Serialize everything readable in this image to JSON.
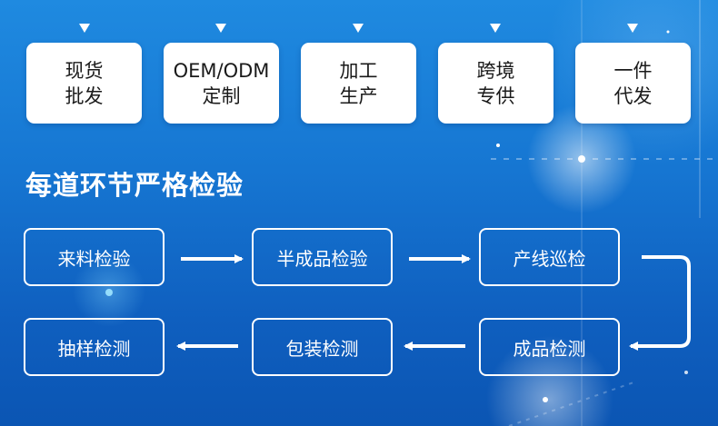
{
  "services": [
    {
      "label": "现货\n批发"
    },
    {
      "label": "OEM/ODM\n定制"
    },
    {
      "label": "加工\n生产"
    },
    {
      "label": "跨境\n专供"
    },
    {
      "label": "一件\n代发"
    }
  ],
  "inspection": {
    "title": "每道环节严格检验",
    "steps": [
      {
        "label": "来料检验"
      },
      {
        "label": "半成品检验"
      },
      {
        "label": "产线巡检"
      },
      {
        "label": "成品检测"
      },
      {
        "label": "包装检测"
      },
      {
        "label": "抽样检测"
      }
    ]
  },
  "colors": {
    "background": "#1676d2",
    "card": "#ffffff",
    "text_dark": "#1a1a1a",
    "line": "#ffffff"
  }
}
